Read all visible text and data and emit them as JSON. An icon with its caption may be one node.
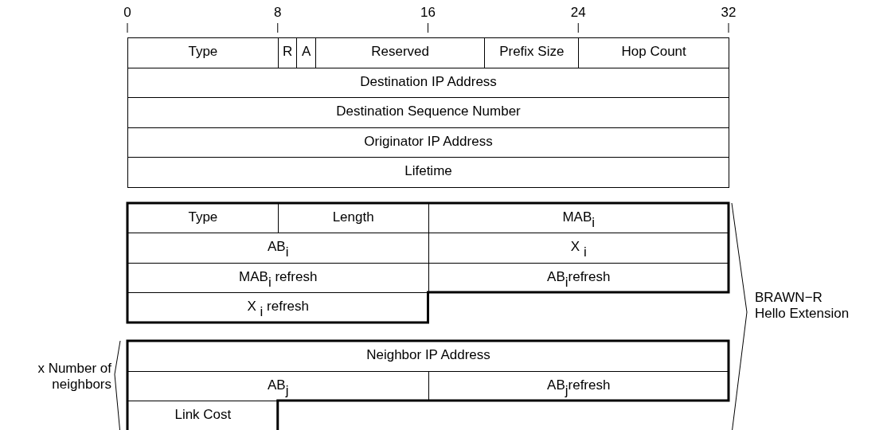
{
  "diagram": {
    "nodes": [
      {
        "text": [
          "Type"
        ]
      },
      {
        "text": [
          "R"
        ]
      },
      {
        "text": [
          "A"
        ]
      },
      {
        "text": [
          "Reserved"
        ]
      },
      {
        "text": [
          "Prefix Size"
        ]
      },
      {
        "text": [
          "Hop Count"
        ]
      },
      {
        "text": [
          "Destination IP Address"
        ]
      },
      {
        "text": [
          "Destination Sequence Number"
        ]
      },
      {
        "text": [
          "Originator IP Address"
        ]
      },
      {
        "text": [
          "Lifetime"
        ]
      },
      {
        "text": [
          "Type"
        ]
      },
      {
        "text": [
          "Length"
        ]
      },
      {
        "text": [
          "MAB$_{i}$"
        ]
      },
      {
        "text": [
          "AB$_{i}$"
        ]
      },
      {
        "text": [
          "X $_{i}$"
        ]
      },
      {
        "text": [
          "MAB$_{i}$ refresh"
        ]
      },
      {
        "text": [
          "AB$_{i}$refresh"
        ]
      },
      {
        "text": [
          "X $_{i}$ refresh"
        ]
      },
      {
        "text": [
          "Neighbor IP Address"
        ]
      },
      {
        "text": [
          "AB$_{j}$"
        ]
      },
      {
        "text": [
          "AB$_{j}$refresh"
        ]
      },
      {
        "text": [
          "Link Cost"
        ]
      }
    ],
    "labels": [
      "0",
      "8",
      "16",
      "24",
      "32",
      "BRAWN−R Hello Extension",
      "x Number of neighbors"
    ]
  }
}
